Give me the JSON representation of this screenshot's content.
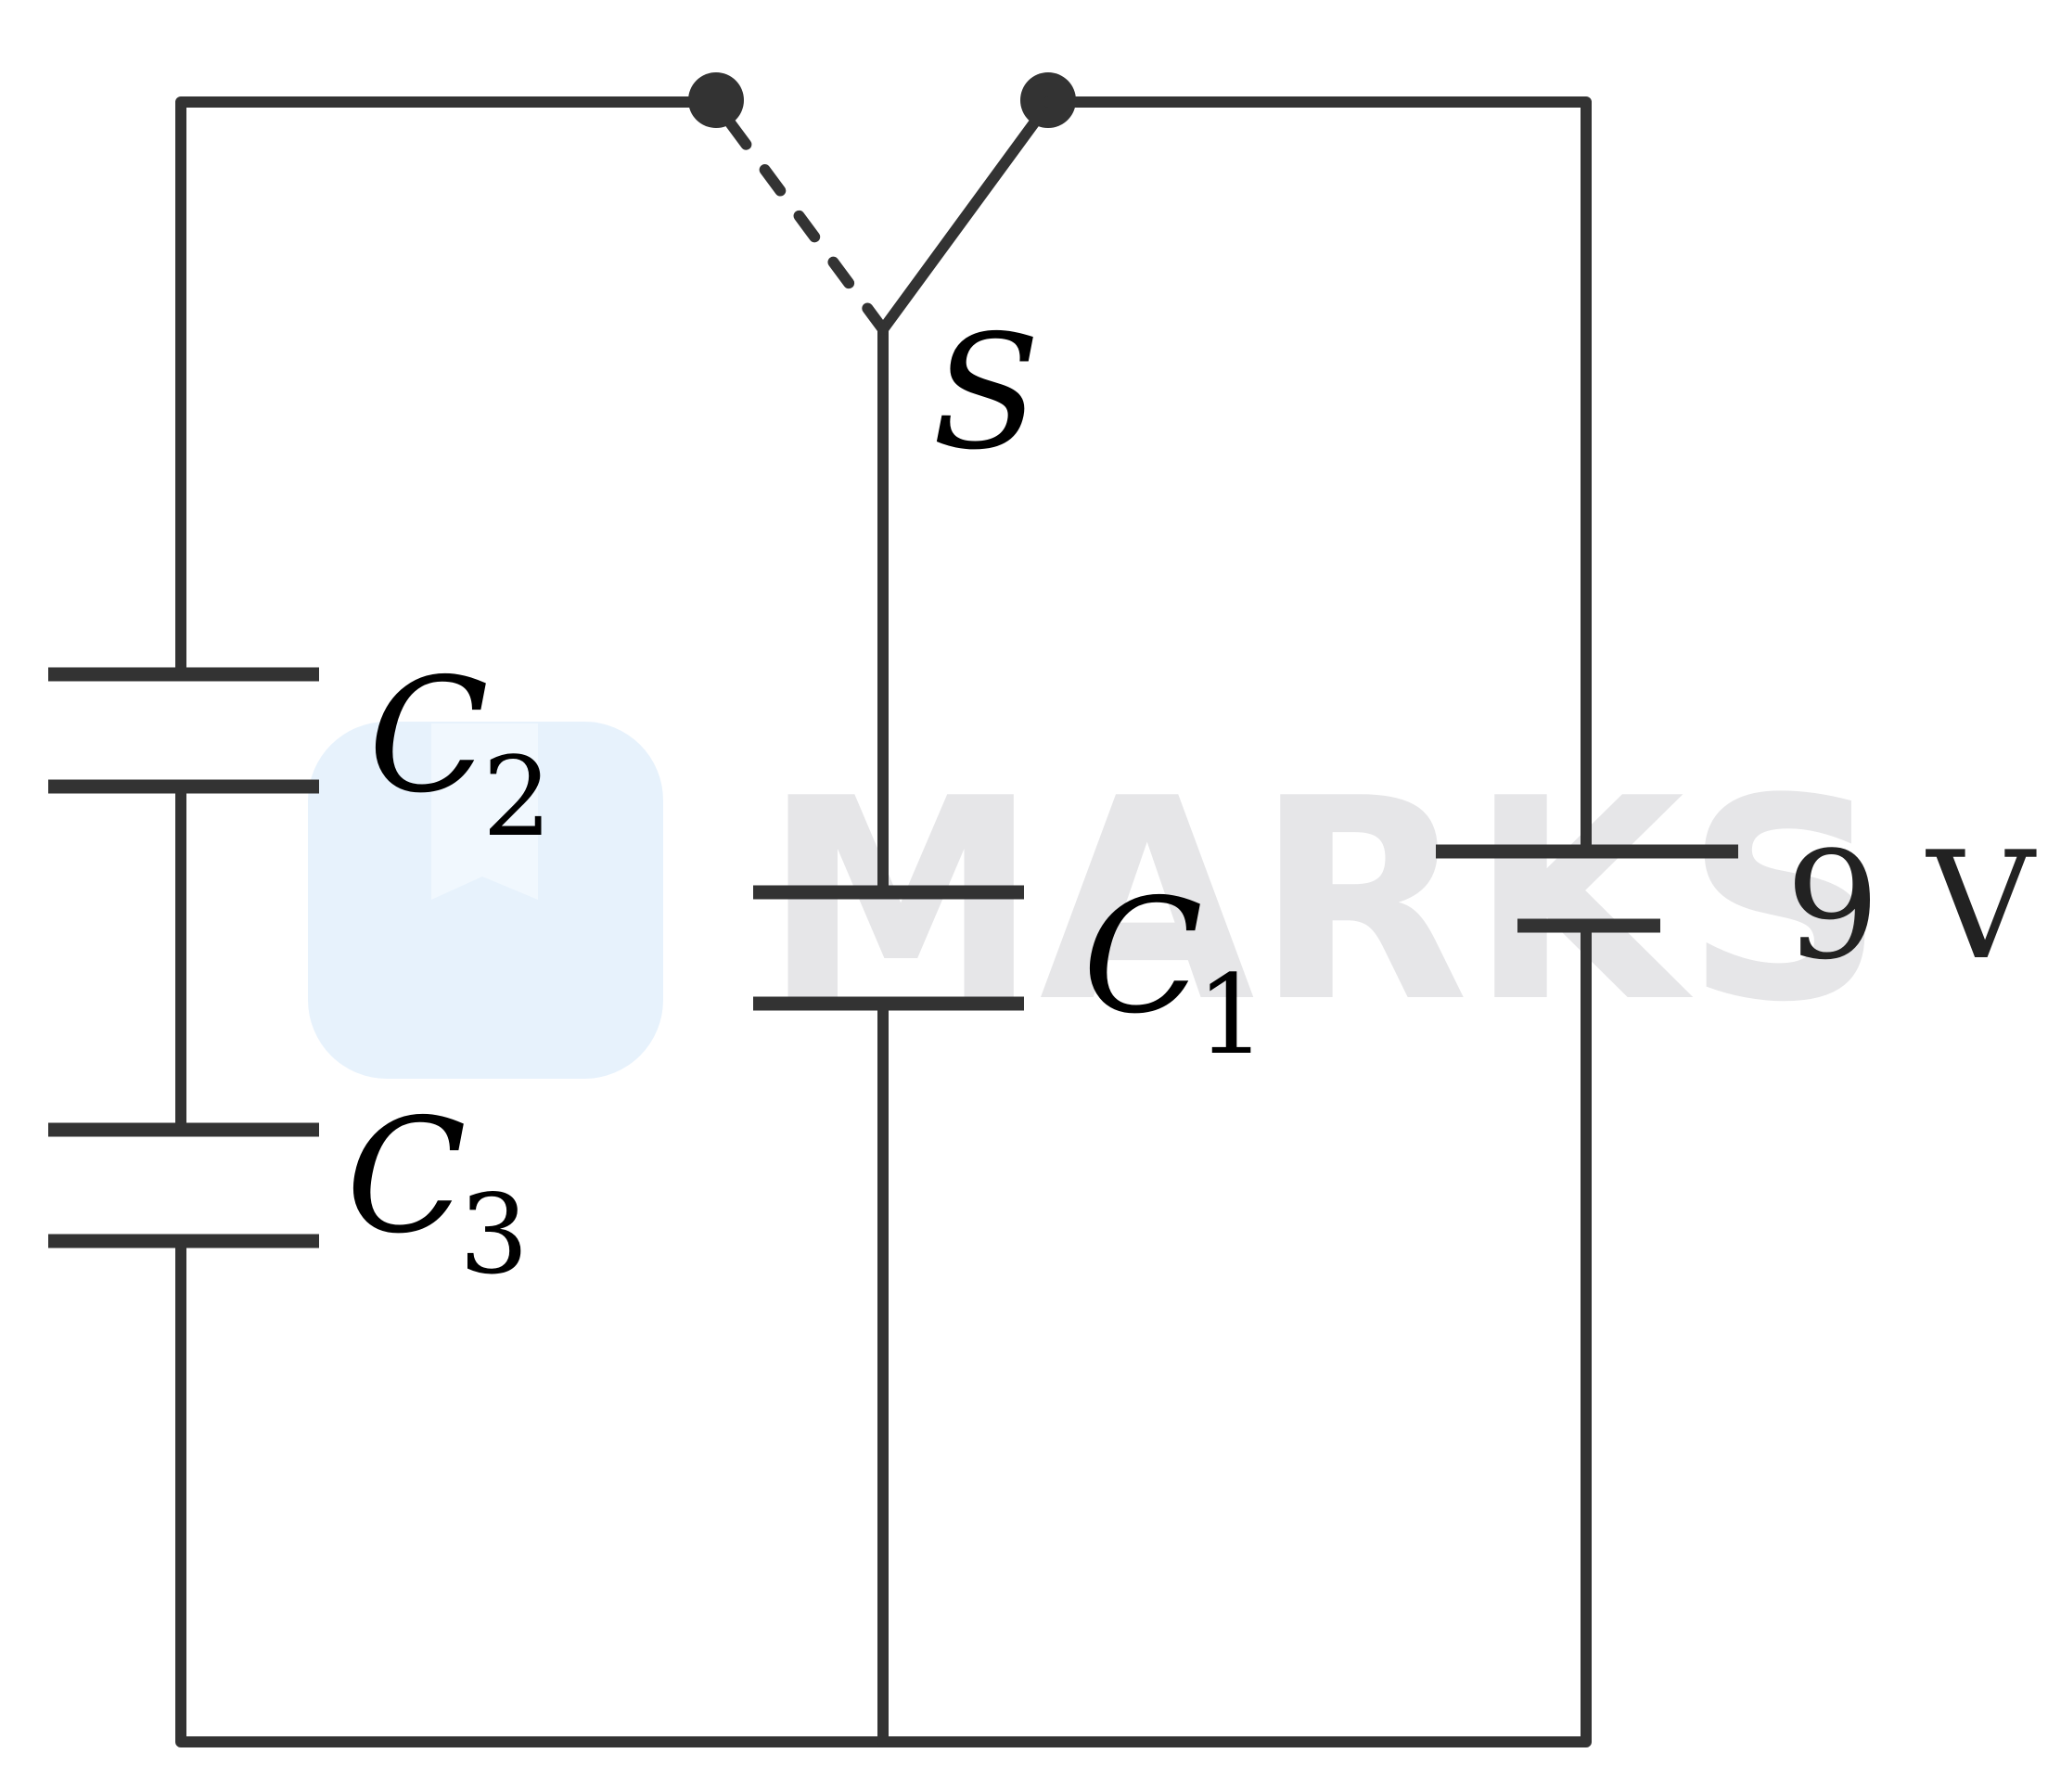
{
  "labels": {
    "switch": "S",
    "c1_main": "C",
    "c1_sub": "1",
    "c2_main": "C",
    "c2_sub": "2",
    "c3_main": "C",
    "c3_sub": "3",
    "battery": "9 V"
  },
  "watermark": {
    "text": "MARKS"
  },
  "colors": {
    "wire": "#333333",
    "watermark_text": "#e6e6e8",
    "watermark_logo": "#e7f2fc"
  }
}
